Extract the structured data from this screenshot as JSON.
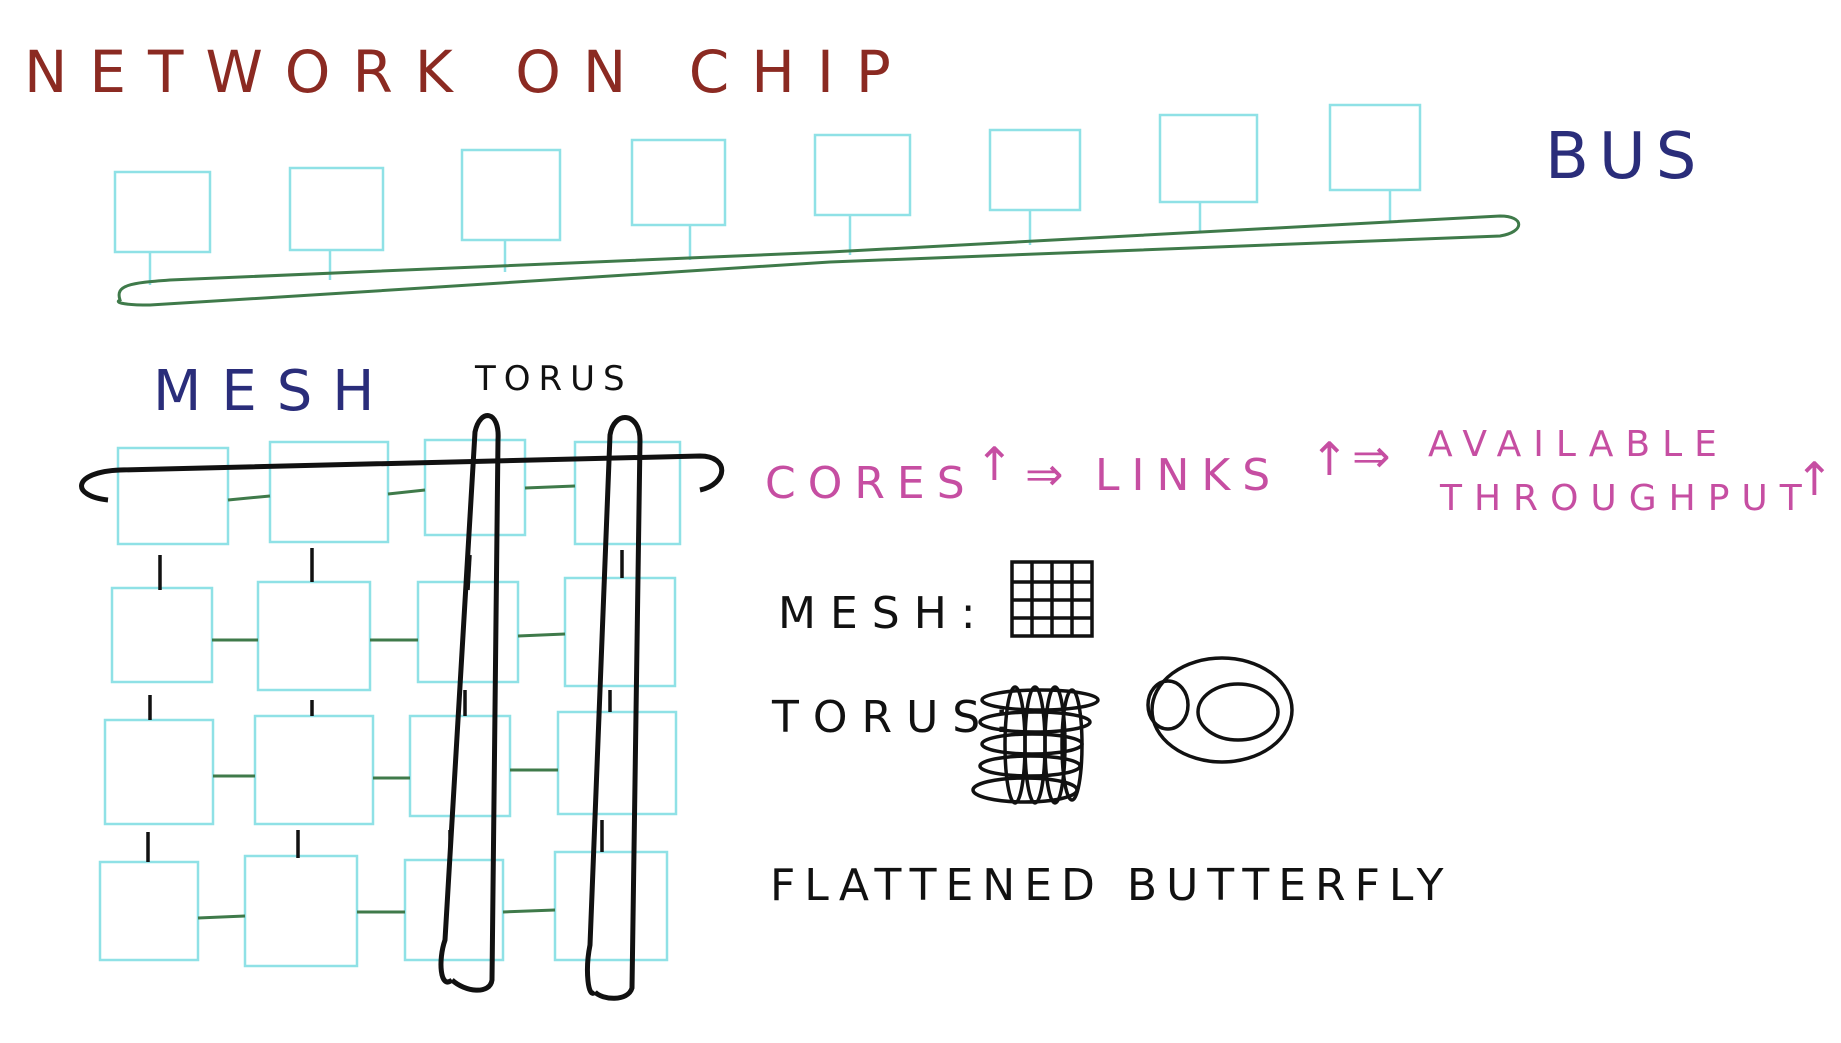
{
  "title": "NETWORK ON CHIP",
  "labels": {
    "bus": "BUS",
    "mesh": "MESH",
    "torus": "TORUS"
  },
  "note": {
    "cores": "CORES",
    "links": "LINKS",
    "available": "AVAILABLE",
    "throughput": "THROUGHPUT",
    "up_arrow": "↑",
    "implies": "⇒"
  },
  "legend": {
    "mesh": "MESH:",
    "torus": "TORUS:",
    "butterfly": "FLATTENED BUTTERFLY"
  },
  "colors": {
    "title": "#8b2a22",
    "bus_label": "#2a2d7a",
    "note": "#c64ea2",
    "core": "#8fe1e6",
    "link": "#3f7a4a",
    "ink": "#111111"
  }
}
